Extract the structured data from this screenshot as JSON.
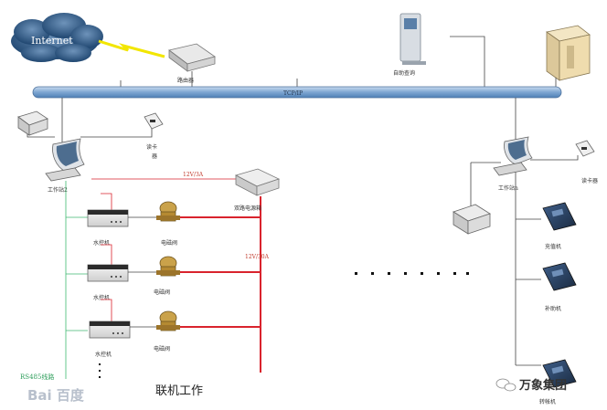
{
  "cloud": {
    "label": "Internet"
  },
  "router": {
    "label": "路由器"
  },
  "kiosk": {
    "label": "自助查询"
  },
  "backbone": {
    "label": "TCP/IP"
  },
  "card_reader_1": {
    "label_line1": "读卡",
    "label_line2": "器"
  },
  "workstation_2": {
    "label": "工作站2"
  },
  "power_line": {
    "label": "12V/3A"
  },
  "dual_valve_box": {
    "label": "双路电源箱"
  },
  "power_line_2": {
    "label": "12V/30A"
  },
  "controllers": [
    {
      "label": "水控机"
    },
    {
      "label": "水控机"
    },
    {
      "label": "水控机"
    }
  ],
  "valves": [
    {
      "label": "电磁阀"
    },
    {
      "label": "电磁阀"
    },
    {
      "label": "电磁阀"
    }
  ],
  "bus_label": "RS485线路",
  "online_label": "联机工作",
  "card_reader_n": {
    "label": "读卡器"
  },
  "workstation_n": {
    "label": "工作站n"
  },
  "pos_devices": [
    {
      "label": "充值机"
    },
    {
      "label": "补助机"
    },
    {
      "label": "转帐机"
    }
  ],
  "watermark_left": "Bai 百度",
  "watermark_right": "万象集团",
  "colors": {
    "bus_blue": "#8fb3d9",
    "red_line": "#d9232d",
    "green_line": "#3fb970",
    "cloud": "#2f5f8f"
  }
}
